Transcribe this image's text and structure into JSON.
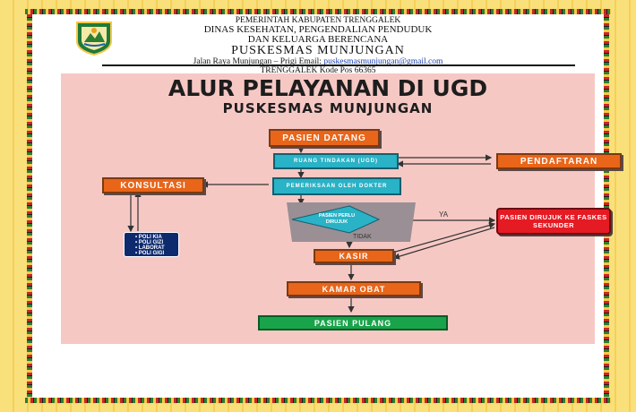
{
  "header": {
    "line1": "PEMERINTAH KABUPATEN TRENGGALEK",
    "line2": "DINAS KESEHATAN, PENGENDALIAN PENDUDUK",
    "line3": "DAN KELUARGA BERENCANA",
    "line4": "PUSKESMAS MUNJUNGAN",
    "address_prefix": "Jalan Raya Munjungan – Prigi Email: ",
    "email": "puskesmasmunjungan@gmail.com",
    "line6": "TRENGGALEK Kode Pos 66365"
  },
  "diagram": {
    "title": "ALUR PELAYANAN DI UGD",
    "subtitle": "PUSKESMAS   MUNJUNGAN",
    "pasien_datang": "PASIEN DATANG",
    "ruang_tindakan": "RUANG TINDAKAN (UGD)",
    "pendaftaran": "PENDAFTARAN",
    "konsultasi": "KONSULTASI",
    "pemeriksaan": "PEMERIKSAAN OLEH DOKTER",
    "pasien_perlu_dirujuk": "PASIEN PERLU DIRUJUK",
    "ya": "YA",
    "tidak": "TIDAK",
    "pasien_dirujuk": "PASIEN DIRUJUK KE FASKES SEKUNDER",
    "poli_list": [
      "POLI  KIA",
      "POLI  GIZI",
      "LABORAT",
      "POLI GIGI"
    ],
    "kasir": "KASIR",
    "kamar_obat": "KAMAR OBAT",
    "pasien_pulang": "PASIEN PULANG"
  },
  "colors": {
    "orange": "#e8651a",
    "teal": "#2ab2c6",
    "green": "#19a34a",
    "red": "#e51b24",
    "navy": "#0e2a6e",
    "diagram_bg": "#f6c8c4"
  }
}
